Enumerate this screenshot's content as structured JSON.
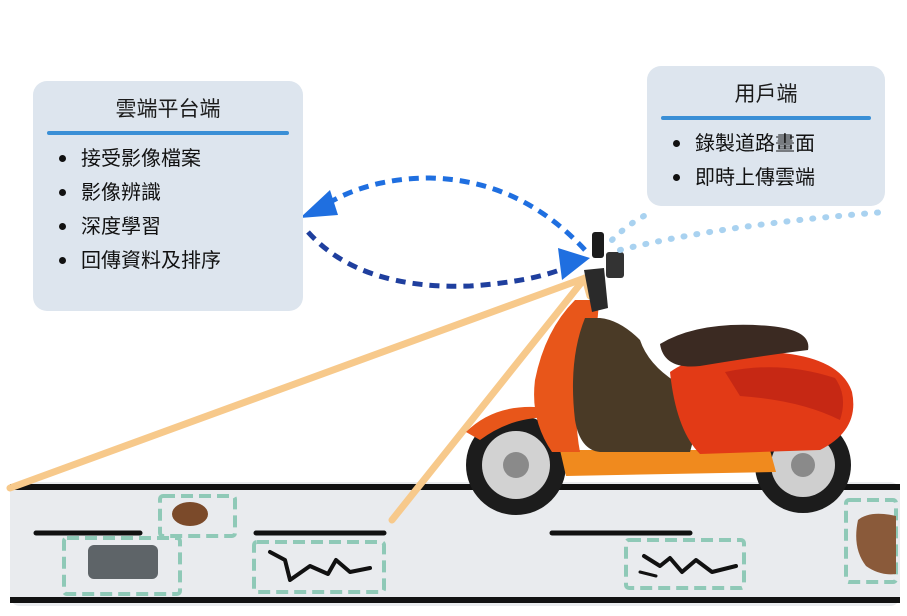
{
  "cloud_panel": {
    "title": "雲端平台端",
    "items": [
      "接受影像檔案",
      "影像辨識",
      "深度學習",
      "回傳資料及排序"
    ]
  },
  "user_panel": {
    "title": "用戶端",
    "items": [
      "錄製道路畫面",
      "即時上傳雲端"
    ]
  },
  "colors": {
    "panel_bg": "#dde5ee",
    "accent_rule": "#3a8fd6",
    "arrow_upload": "#1f6fe0",
    "arrow_return": "#1f3f9e",
    "camera_view": "#f7c98b",
    "signal_dots": "#a9d2f0",
    "road_bg": "#e9ebee",
    "defect_box": "#8fc9b7",
    "scooter_body": "#e8561a",
    "scooter_seat": "#3b2a22"
  },
  "icons": [
    "scooter-icon",
    "phone-camera-icon",
    "pothole-icon",
    "crack-icon",
    "manhole-icon"
  ]
}
